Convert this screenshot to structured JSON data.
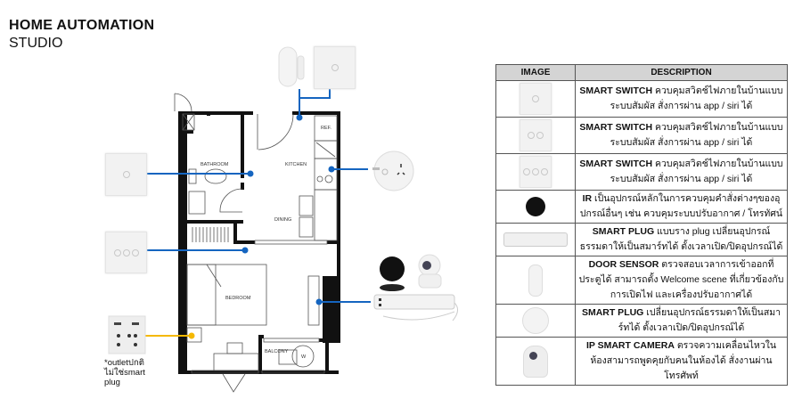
{
  "header": {
    "title": "HOME AUTOMATION",
    "subtitle": "STUDIO"
  },
  "plan": {
    "rooms": {
      "bathroom": "BATHROOM",
      "kitchen": "KITCHEN",
      "ref": "REF.",
      "dining": "DINING",
      "bedroom": "BEDROOM",
      "balcony": "BALCONY",
      "w": "W"
    },
    "outlet_note": "*outletปกติ ไม่ใช่smart plug"
  },
  "colors": {
    "blue": "#1565c0",
    "yellow": "#f5b800"
  },
  "table": {
    "headers": [
      "IMAGE",
      "DESCRIPTION"
    ],
    "rows": [
      {
        "icon": "smart-switch-1",
        "name": "SMART SWITCH",
        "desc": "ควบคุมสวิตช์ไฟภายในบ้านแบบระบบสัมผัส สั่งการผ่าน app / siri ได้"
      },
      {
        "icon": "smart-switch-2",
        "name": "SMART SWITCH",
        "desc": "ควบคุมสวิตช์ไฟภายในบ้านแบบระบบสัมผัส สั่งการผ่าน app / siri ได้"
      },
      {
        "icon": "smart-switch-3",
        "name": "SMART SWITCH",
        "desc": "ควบคุมสวิตช์ไฟภายในบ้านแบบระบบสัมผัส สั่งการผ่าน app / siri ได้"
      },
      {
        "icon": "ir-hub",
        "name": "IR",
        "desc": "เป็นอุปกรณ์หลักในการควบคุมคำสั่งต่างๆของอุปกรณ์อื่นๆ เช่น ควบคุมระบบปรับอากาศ / โทรทัศน์"
      },
      {
        "icon": "power-strip",
        "name": "SMART PLUG",
        "desc": "แบบราง plug เปลี่ยนอุปกรณ์ธรรมดาให้เป็นสมาร์ทได้ ตั้งเวลาเปิด/ปิดอุปกรณ์ได้"
      },
      {
        "icon": "door-sensor",
        "name": "DOOR SENSOR",
        "desc": "ตรวจสอบเวลาการเข้าออกที่ประตูได้ สามารถตั้ง Welcome scene ที่เกี่ยวข้องกับการเปิดไฟ และเครื่องปรับอากาศได้"
      },
      {
        "icon": "smart-plug",
        "name": "SMART PLUG",
        "desc": "เปลี่ยนอุปกรณ์ธรรมดาให้เป็นสมาร์ทได้ ตั้งเวลาเปิด/ปิดอุปกรณ์ได้"
      },
      {
        "icon": "ip-camera",
        "name": "IP SMART CAMERA",
        "desc": "ตรวจความเคลื่อนไหวในห้องสามารถพูดคุยกับคนในห้องได้ สั่งงานผ่านโทรศัพท์"
      }
    ]
  }
}
